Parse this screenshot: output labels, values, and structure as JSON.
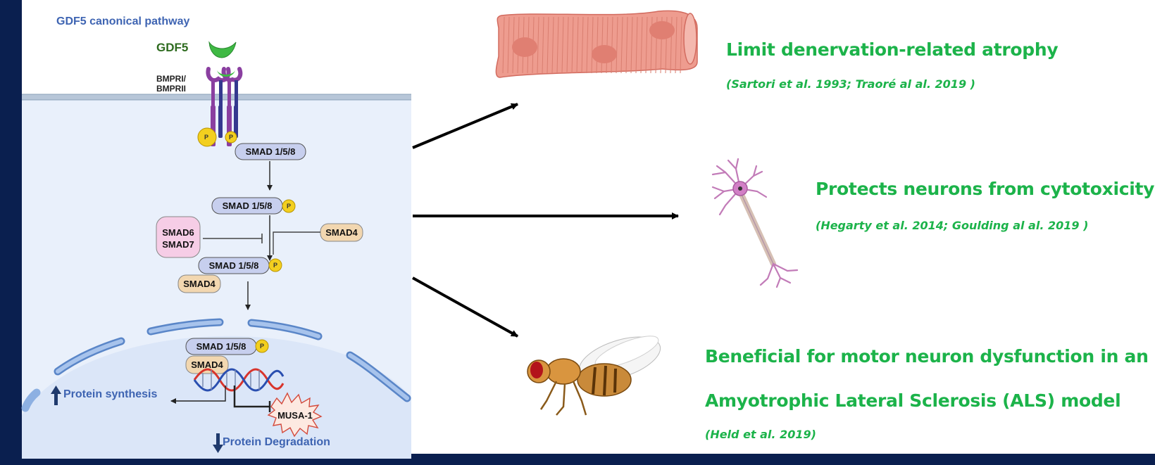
{
  "pathway": {
    "title": "GDF5 canonical pathway",
    "ligand_label": "GDF5",
    "receptor_label_1": "BMPRI/",
    "receptor_label_2": "BMPRII",
    "phospho_label": "P",
    "smad158": "SMAD 1/5/8",
    "smad4": "SMAD4",
    "smad6": "SMAD6",
    "smad7": "SMAD7",
    "musa1": "MUSA-1",
    "protein_synthesis": "Protein synthesis",
    "protein_degradation": "Protein Degradation"
  },
  "effects": [
    {
      "lines": [
        "Limit denervation-related atrophy"
      ],
      "reference": "(Sartori et al. 1993; Traoré al al. 2019 )",
      "illustration": "muscle-fiber"
    },
    {
      "lines": [
        "Protects neurons from cytotoxicity"
      ],
      "reference": "(Hegarty et al. 2014; Goulding al al. 2019 )",
      "illustration": "neuron"
    },
    {
      "lines": [
        "Beneficial for motor neuron dysfunction in an",
        "Amyotrophic Lateral Sclerosis (ALS) model"
      ],
      "reference": "(Held et al. 2019)",
      "illustration": "fruit-fly"
    }
  ],
  "colors": {
    "background": "#0a1f4f",
    "effect_text": "#1cb34a",
    "pathway_title": "#3e64b2",
    "smad158": "#c7cfee",
    "smad4": "#f2d7b0",
    "smad67": "#f6cde6",
    "phospho": "#f3cf1f"
  }
}
